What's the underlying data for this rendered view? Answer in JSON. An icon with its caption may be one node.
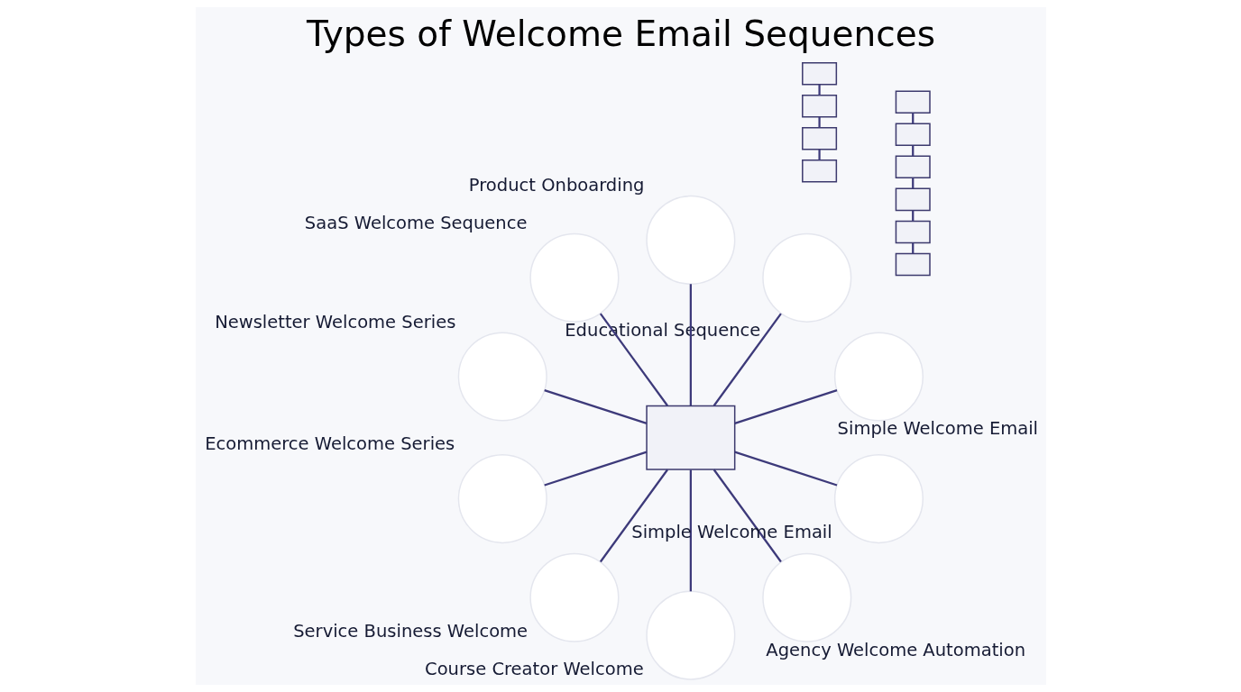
{
  "diagram": {
    "title": "Types of Welcome Email Sequences",
    "nodes": [
      {
        "text": [],
        "shape": "envelope"
      },
      {
        "text": [],
        "shape": "circle",
        "beside": [
          "Simple Welcome Email"
        ]
      },
      {
        "text": [],
        "shape": "circle",
        "beside": [
          "Educational Sequence"
        ]
      },
      {
        "text": [],
        "shape": "circle",
        "beside": [
          "Product Onboarding"
        ]
      },
      {
        "text": [],
        "shape": "circle",
        "beside": [
          "SaaS Welcome Sequence"
        ]
      },
      {
        "text": [],
        "shape": "circle",
        "beside": [
          "Newsletter Welcome Series"
        ]
      },
      {
        "text": [],
        "shape": "circle",
        "beside": [
          "Ecommerce Welcome Series"
        ]
      },
      {
        "text": [],
        "shape": "circle",
        "beside": [
          "Service Business Welcome"
        ]
      },
      {
        "text": [],
        "shape": "circle",
        "beside": [
          "Course Creator Welcome"
        ]
      },
      {
        "text": [],
        "shape": "circle",
        "beside": [
          "Agency Welcome Automation"
        ]
      },
      {
        "text": [],
        "shape": "circle",
        "beside": [
          "Simple Welcome Email"
        ]
      },
      {
        "text": [],
        "shape": "envelope"
      },
      {
        "text": [],
        "shape": "envelope"
      },
      {
        "text": [],
        "shape": "envelope"
      },
      {
        "text": [],
        "shape": "envelope"
      },
      {
        "text": [],
        "shape": "envelope"
      },
      {
        "text": [],
        "shape": "envelope"
      },
      {
        "text": [],
        "shape": "envelope"
      },
      {
        "text": [],
        "shape": "envelope"
      },
      {
        "text": [],
        "shape": "envelope"
      },
      {
        "text": [],
        "shape": "envelope"
      }
    ],
    "edges": [
      {
        "from": 0,
        "to": 1,
        "arrow": "none"
      },
      {
        "from": 0,
        "to": 2,
        "arrow": "none"
      },
      {
        "from": 0,
        "to": 3,
        "arrow": "none"
      },
      {
        "from": 0,
        "to": 4,
        "arrow": "none"
      },
      {
        "from": 0,
        "to": 5,
        "arrow": "none"
      },
      {
        "from": 0,
        "to": 6,
        "arrow": "none"
      },
      {
        "from": 0,
        "to": 7,
        "arrow": "none"
      },
      {
        "from": 0,
        "to": 8,
        "arrow": "none"
      },
      {
        "from": 0,
        "to": 9,
        "arrow": "none"
      },
      {
        "from": 0,
        "to": 10,
        "arrow": "none"
      },
      {
        "from": 11,
        "to": 12,
        "arrow": "none"
      },
      {
        "from": 12,
        "to": 13,
        "arrow": "none"
      },
      {
        "from": 13,
        "to": 14,
        "arrow": "none"
      },
      {
        "from": 15,
        "to": 16,
        "arrow": "none"
      },
      {
        "from": 16,
        "to": 17,
        "arrow": "none"
      },
      {
        "from": 17,
        "to": 18,
        "arrow": "none"
      },
      {
        "from": 18,
        "to": 19,
        "arrow": "none"
      },
      {
        "from": 19,
        "to": 20,
        "arrow": "none"
      }
    ]
  }
}
